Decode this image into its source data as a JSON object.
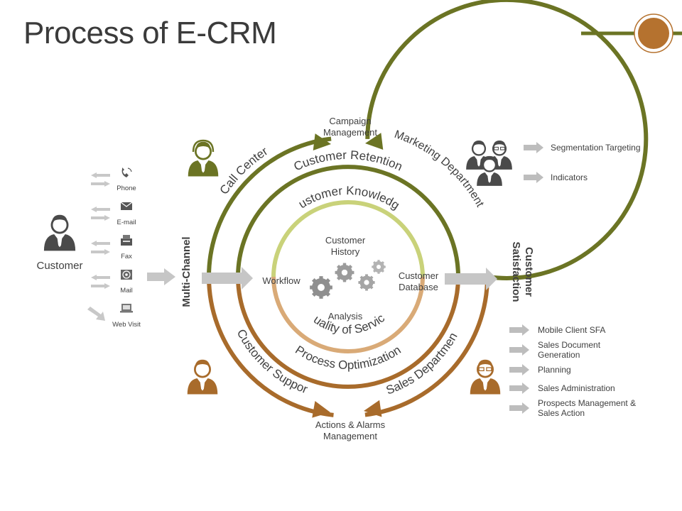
{
  "title": "Process of E-CRM",
  "colors": {
    "olive": "#6b7424",
    "lime": "#c9d27a",
    "brown": "#a86b2b",
    "tan": "#d9aa77",
    "gray_arrow": "#c6c6c6",
    "text": "#404040",
    "deco_circle": "#b5722f"
  },
  "customer": {
    "label": "Customer",
    "icon": "person-icon"
  },
  "channels": [
    {
      "label": "Phone",
      "icon": "phone-icon"
    },
    {
      "label": "E-mail",
      "icon": "email-icon"
    },
    {
      "label": "Fax",
      "icon": "fax-icon"
    },
    {
      "label": "Mail",
      "icon": "mail-icon"
    },
    {
      "label": "Web Visit",
      "icon": "web-visit-icon"
    }
  ],
  "multi_channel": "Multi-Channel",
  "center": {
    "top_label": [
      "Campaign",
      "Management"
    ],
    "bottom_label": [
      "Actions & Alarms",
      "Management"
    ],
    "workflow": "Workflow",
    "customer_history": [
      "Customer",
      "History"
    ],
    "customer_database": [
      "Customer",
      "Database"
    ],
    "analysis": "Analysis"
  },
  "rings": {
    "call_center": "Call Center",
    "marketing_department": "Marketing Department",
    "customer_retention": "Customer Retention",
    "customer_knowledge": "Customer Knowledge",
    "quality_of_service": "Quality of Service",
    "process_optimization": "Process Optimization",
    "customer_support": "Customer Support",
    "sales_department": "Sales Department"
  },
  "customer_satisfaction": [
    "Customer",
    "Satisfaction"
  ],
  "marketing_outputs": [
    "Segmentation Targeting",
    "Indicators"
  ],
  "sales_outputs": [
    [
      "Mobile Client SFA"
    ],
    [
      "Sales Document",
      "Generation"
    ],
    [
      "Planning"
    ],
    [
      "Sales Administration"
    ],
    [
      "Prospects Management &",
      "Sales Action"
    ]
  ]
}
